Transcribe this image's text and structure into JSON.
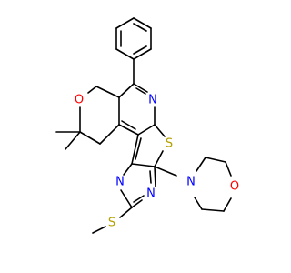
{
  "atoms": [
    {
      "id": "o_pyran",
      "symbol": "O",
      "color": "#ff0000"
    },
    {
      "id": "n_pyridine",
      "symbol": "N",
      "color": "#0000ff"
    },
    {
      "id": "s_thiophene",
      "symbol": "S",
      "color": "#b3a100"
    },
    {
      "id": "n_pyrimidine_left",
      "symbol": "N",
      "color": "#0000ff"
    },
    {
      "id": "n_pyrimidine_right",
      "symbol": "N",
      "color": "#0000ff"
    },
    {
      "id": "n_morpholine",
      "symbol": "N",
      "color": "#0000ff"
    },
    {
      "id": "o_morpholine",
      "symbol": "O",
      "color": "#ff0000"
    },
    {
      "id": "s_methylthio",
      "symbol": "S",
      "color": "#b3a100"
    }
  ]
}
